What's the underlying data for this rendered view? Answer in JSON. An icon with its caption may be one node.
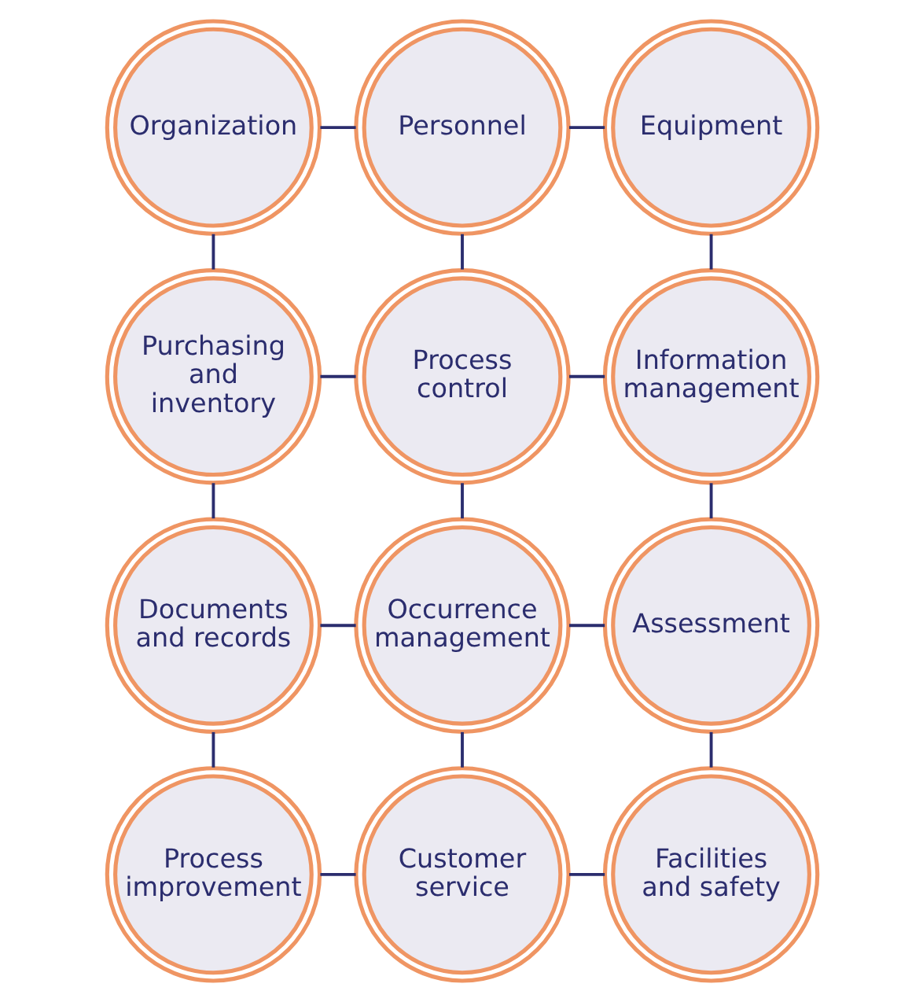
{
  "diagram": {
    "nodes": [
      {
        "text": [
          "Organization"
        ]
      },
      {
        "text": [
          "Personnel"
        ]
      },
      {
        "text": [
          "Equipment"
        ]
      },
      {
        "text": [
          "Purchasing and inventory"
        ]
      },
      {
        "text": [
          "Process control"
        ]
      },
      {
        "text": [
          "Information management"
        ]
      },
      {
        "text": [
          "Documents and records"
        ]
      },
      {
        "text": [
          "Occurrence management"
        ]
      },
      {
        "text": [
          "Assessment"
        ]
      },
      {
        "text": [
          "Process improvement"
        ]
      },
      {
        "text": [
          "Customer service"
        ]
      },
      {
        "text": [
          "Facilities and safety"
        ]
      }
    ],
    "edges": [
      {
        "from": 0,
        "to": 1,
        "arrow": "none"
      },
      {
        "from": 1,
        "to": 2,
        "arrow": "none"
      },
      {
        "from": 0,
        "to": 3,
        "arrow": "none"
      },
      {
        "from": 1,
        "to": 4,
        "arrow": "none"
      },
      {
        "from": 2,
        "to": 5,
        "arrow": "none"
      },
      {
        "from": 3,
        "to": 4,
        "arrow": "none"
      },
      {
        "from": 4,
        "to": 5,
        "arrow": "none"
      },
      {
        "from": 3,
        "to": 6,
        "arrow": "none"
      },
      {
        "from": 4,
        "to": 7,
        "arrow": "none"
      },
      {
        "from": 5,
        "to": 8,
        "arrow": "none"
      },
      {
        "from": 6,
        "to": 7,
        "arrow": "none"
      },
      {
        "from": 7,
        "to": 8,
        "arrow": "none"
      },
      {
        "from": 6,
        "to": 9,
        "arrow": "none"
      },
      {
        "from": 7,
        "to": 10,
        "arrow": "none"
      },
      {
        "from": 8,
        "to": 11,
        "arrow": "none"
      },
      {
        "from": 9,
        "to": 10,
        "arrow": "none"
      },
      {
        "from": 10,
        "to": 11,
        "arrow": "none"
      }
    ]
  }
}
